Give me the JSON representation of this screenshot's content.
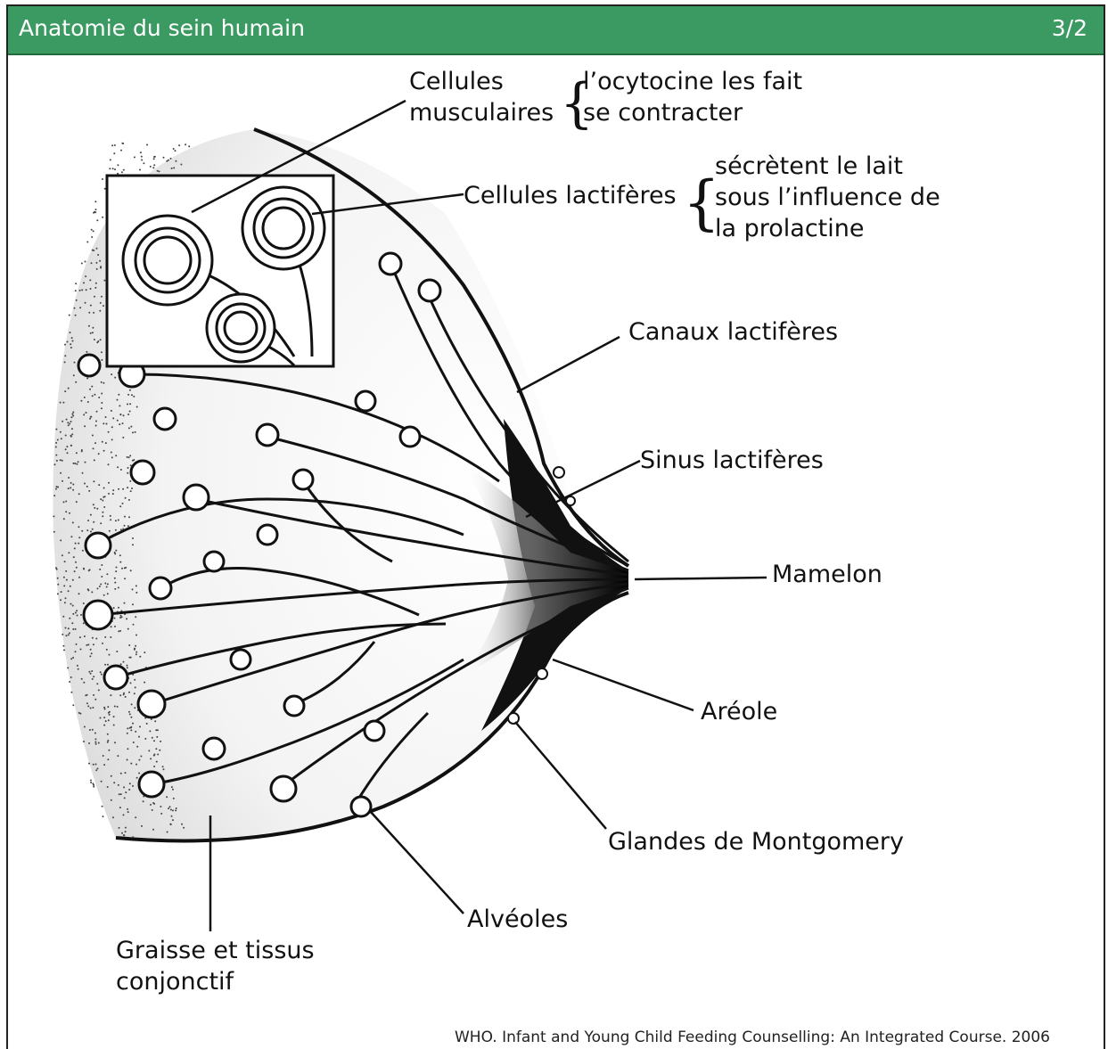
{
  "header": {
    "title": "Anatomie du sein humain",
    "page": "3/2"
  },
  "labels": {
    "cellules_musculaires_1": "Cellules",
    "cellules_musculaires_2": "musculaires",
    "ocytocine_1": "l’ocytocine les fait",
    "ocytocine_2": "se contracter",
    "cellules_lactiferes": "Cellules lactifères",
    "secretent_1": "sécrètent le lait",
    "secretent_2": "sous l’influence de",
    "secretent_3": "la prolactine",
    "canaux": "Canaux lactifères",
    "sinus": "Sinus lactifères",
    "mamelon": "Mamelon",
    "areole": "Aréole",
    "montgomery": "Glandes de Montgomery",
    "alveoles": "Alvéoles",
    "graisse_1": "Graisse et tissus",
    "graisse_2": "conjonctif"
  },
  "source": "WHO. Infant and Young Child Feeding Counselling: An Integrated Course. 2006"
}
